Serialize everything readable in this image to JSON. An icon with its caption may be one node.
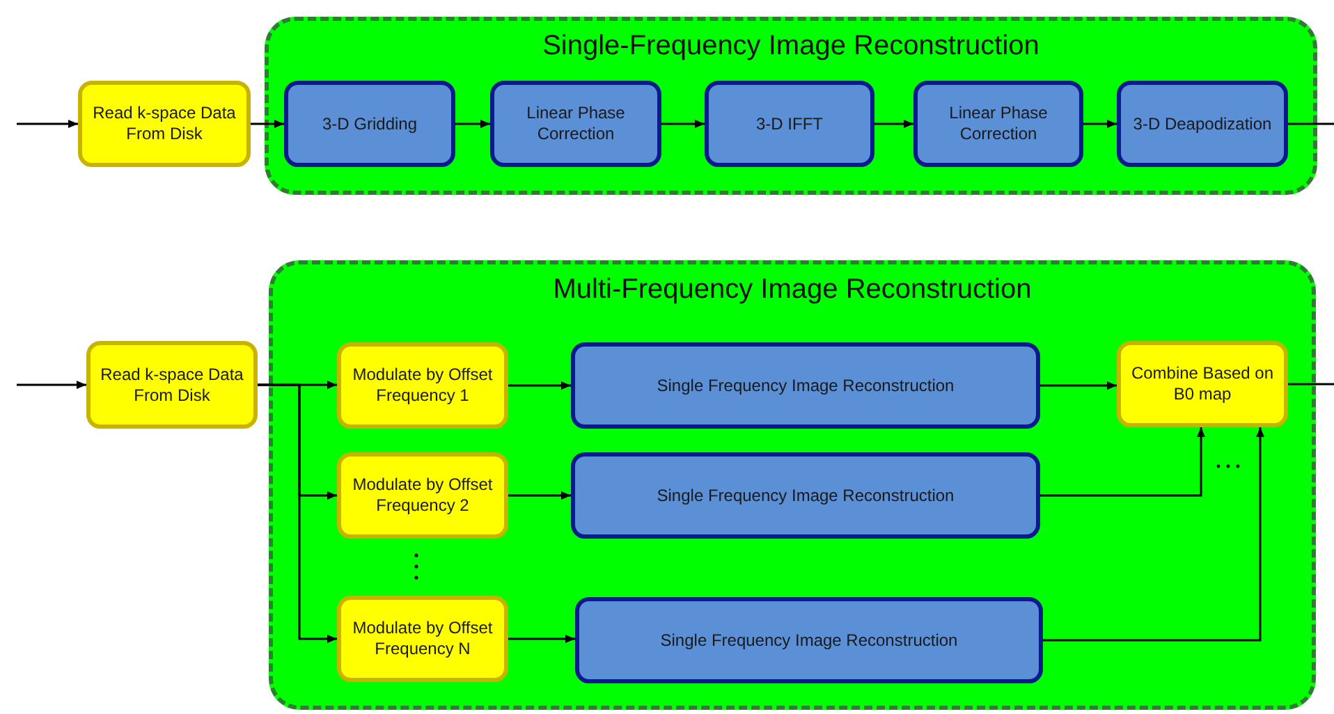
{
  "diagram": {
    "nodes": [
      {
        "text": [
          "Single-Frequency Image Reconstruction"
        ]
      },
      {
        "text": [
          "Read k-space Data From Disk"
        ]
      },
      {
        "text": [
          "3-D Gridding"
        ],
        "in": 0
      },
      {
        "text": [
          "Linear Phase Correction"
        ],
        "in": 0
      },
      {
        "text": [
          "3-D IFFT"
        ],
        "in": 0
      },
      {
        "text": [
          "Linear Phase Correction"
        ],
        "in": 0
      },
      {
        "text": [
          "3-D Deapodization"
        ],
        "in": 0
      },
      {
        "text": [
          "Multi-Frequency Image Reconstruction"
        ]
      },
      {
        "text": [
          "Read k-space Data From Disk"
        ]
      },
      {
        "text": [
          "Modulate by Offset Frequency 1"
        ],
        "in": 7
      },
      {
        "text": [
          "Modulate by Offset Frequency 2"
        ],
        "in": 7
      },
      {
        "text": [
          "Modulate by Offset Frequency N"
        ],
        "in": 7
      },
      {
        "text": [
          "Single Frequency Image Reconstruction"
        ],
        "in": 7
      },
      {
        "text": [
          "Single Frequency Image Reconstruction"
        ],
        "in": 7
      },
      {
        "text": [
          "Single Frequency Image Reconstruction"
        ],
        "in": 7
      },
      {
        "text": [
          "Combine Based on B0 map"
        ],
        "in": 7
      }
    ],
    "edges": [
      {
        "from": null,
        "to": 1,
        "arrow": "to"
      },
      {
        "from": 1,
        "to": 2,
        "arrow": "to"
      },
      {
        "from": 2,
        "to": 3,
        "arrow": "to"
      },
      {
        "from": 3,
        "to": 4,
        "arrow": "to"
      },
      {
        "from": 4,
        "to": 5,
        "arrow": "to"
      },
      {
        "from": 5,
        "to": 6,
        "arrow": "to"
      },
      {
        "from": 6,
        "to": null,
        "arrow": "none"
      },
      {
        "from": null,
        "to": 8,
        "arrow": "to"
      },
      {
        "from": 8,
        "to": 9,
        "arrow": "to"
      },
      {
        "from": 8,
        "to": 10,
        "arrow": "to"
      },
      {
        "from": 8,
        "to": 11,
        "arrow": "to"
      },
      {
        "from": 9,
        "to": 12,
        "arrow": "to"
      },
      {
        "from": 10,
        "to": 13,
        "arrow": "to"
      },
      {
        "from": 11,
        "to": 14,
        "arrow": "to"
      },
      {
        "from": 12,
        "to": 15,
        "arrow": "to"
      },
      {
        "from": 13,
        "to": 15,
        "arrow": "to"
      },
      {
        "from": 14,
        "to": 15,
        "arrow": "to"
      },
      {
        "from": 15,
        "to": null,
        "arrow": "none"
      }
    ]
  }
}
